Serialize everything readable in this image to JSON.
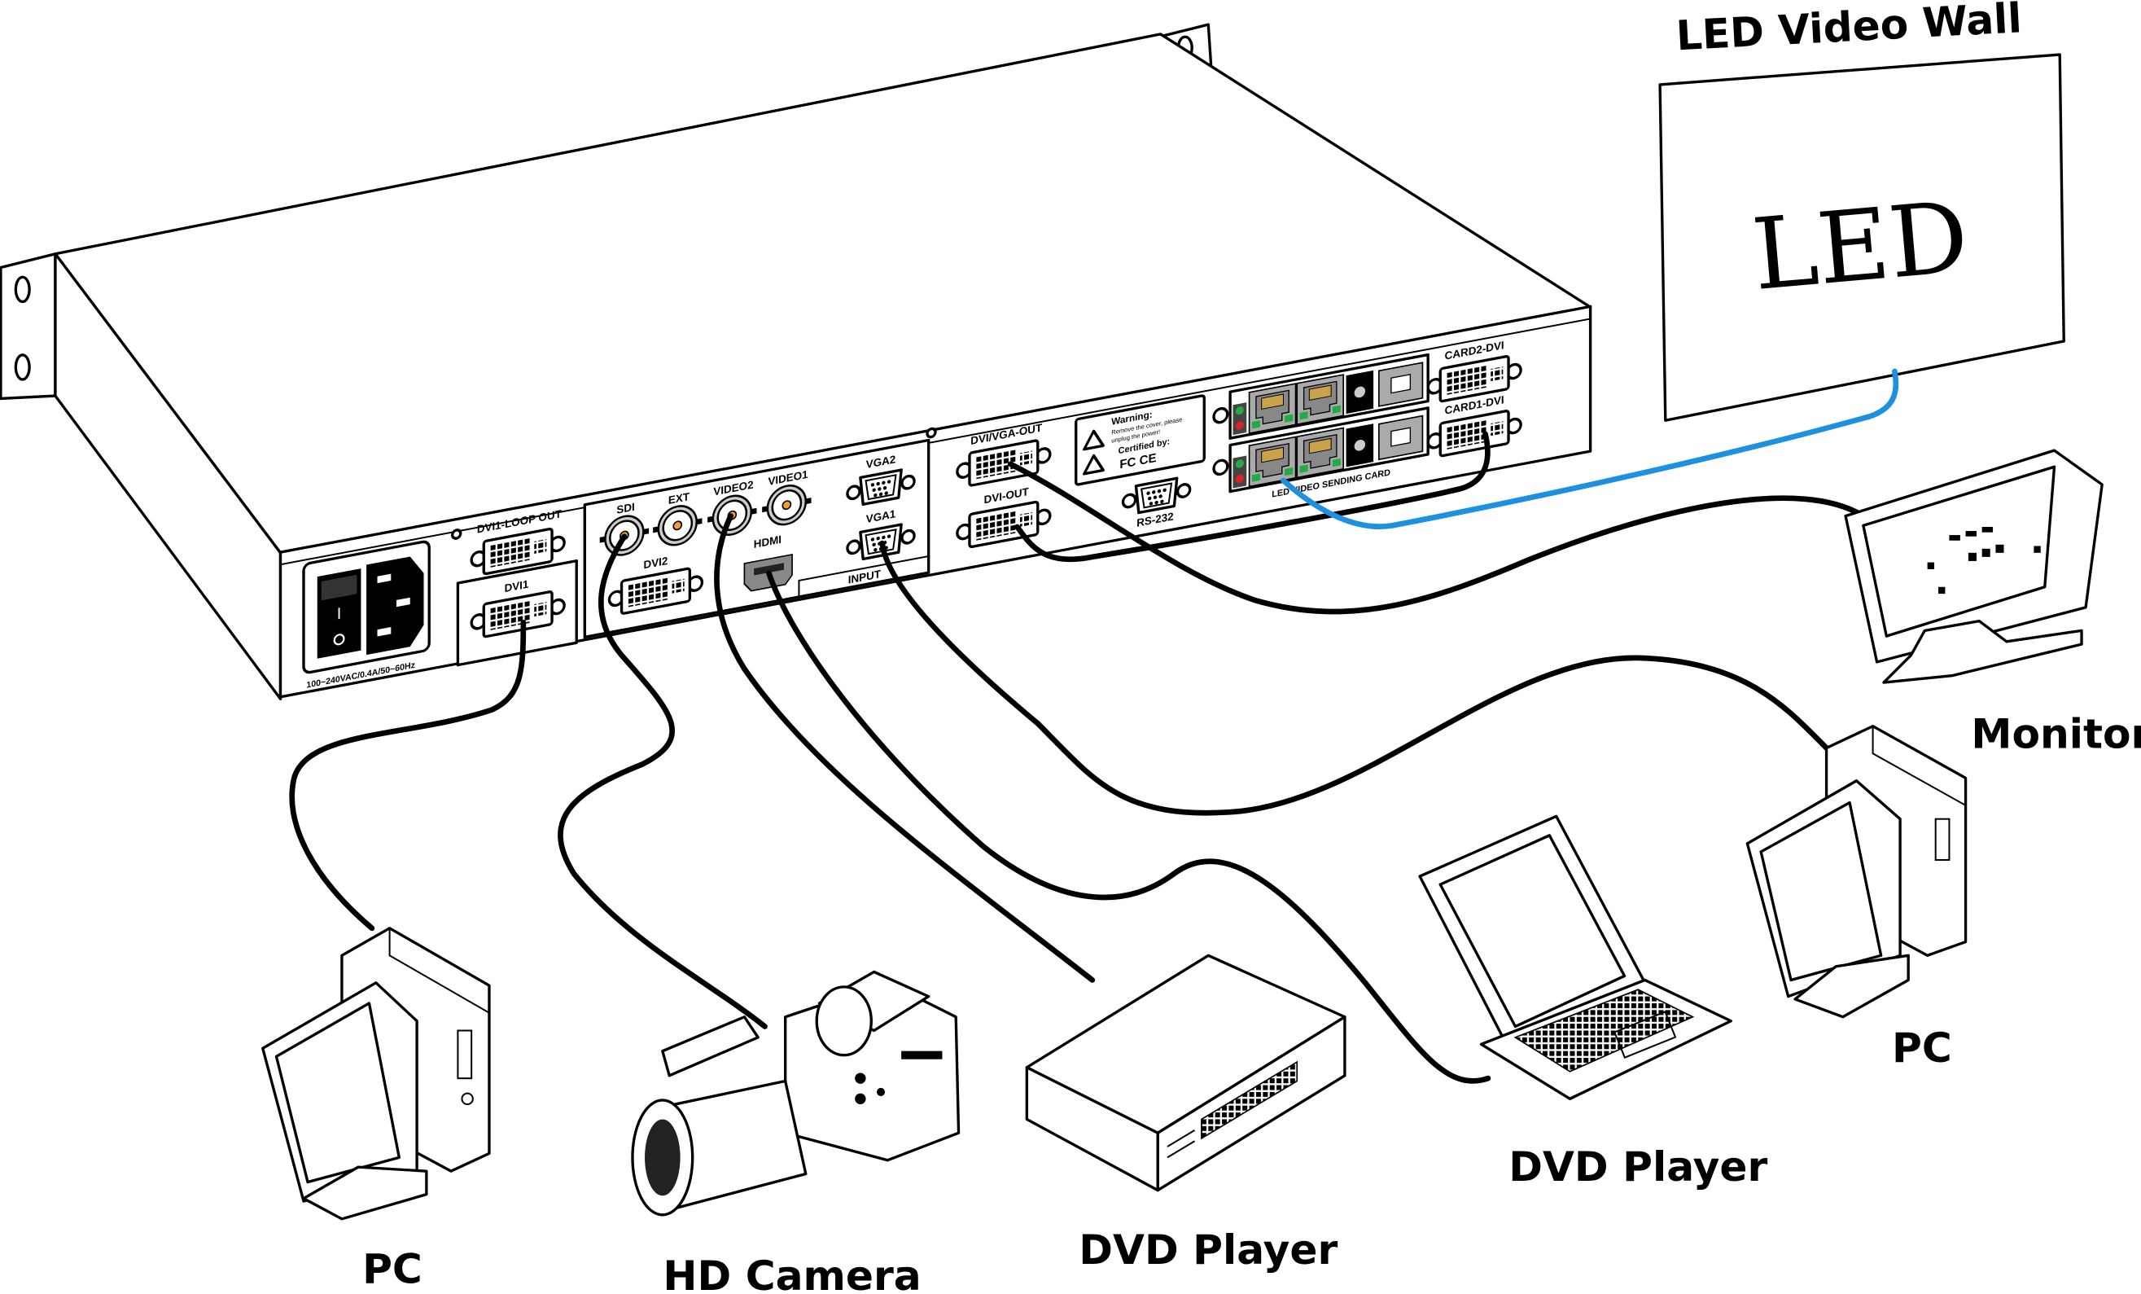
{
  "title": "LED Video Wall",
  "led_wall": {
    "label": "LED Video Wall",
    "screen_text": "LED"
  },
  "device": {
    "power_label": "100~240VAC/0.4A/50~60Hz",
    "ports": {
      "dvi1_loop_out": "DVI1-LOOP OUT",
      "dvi1": "DVI1",
      "sdi": "SDI",
      "ext": "EXT",
      "video2": "VIDEO2",
      "video1": "VIDEO1",
      "dvi2": "DVI2",
      "hdmi": "HDMI",
      "vga2": "VGA2",
      "vga1": "VGA1",
      "input": "INPUT",
      "dvi_vga_out": "DVI/VGA-OUT",
      "dvi_out": "DVI-OUT",
      "rs232": "RS-232",
      "card2_dvi": "CARD2-DVI",
      "card1_dvi": "CARD1-DVI",
      "sending_card": "LED VIDEO SENDING CARD"
    },
    "warning": {
      "title": "Warning:",
      "line1": "Remove the cover, please",
      "line2": "unplug the power!",
      "certified": "Certified by:",
      "marks": "FC  CE"
    }
  },
  "devices": {
    "monitor": "Monitor",
    "pc_right": "PC",
    "laptop": "DVD Player",
    "dvd_player": "DVD Player",
    "camera": "HD Camera",
    "pc_left": "PC"
  },
  "colors": {
    "network_cable": "#1e90e0",
    "cable": "#000000",
    "bnc_center": "#f0a030",
    "led_green": "#22aa44",
    "led_red": "#dd2222"
  }
}
